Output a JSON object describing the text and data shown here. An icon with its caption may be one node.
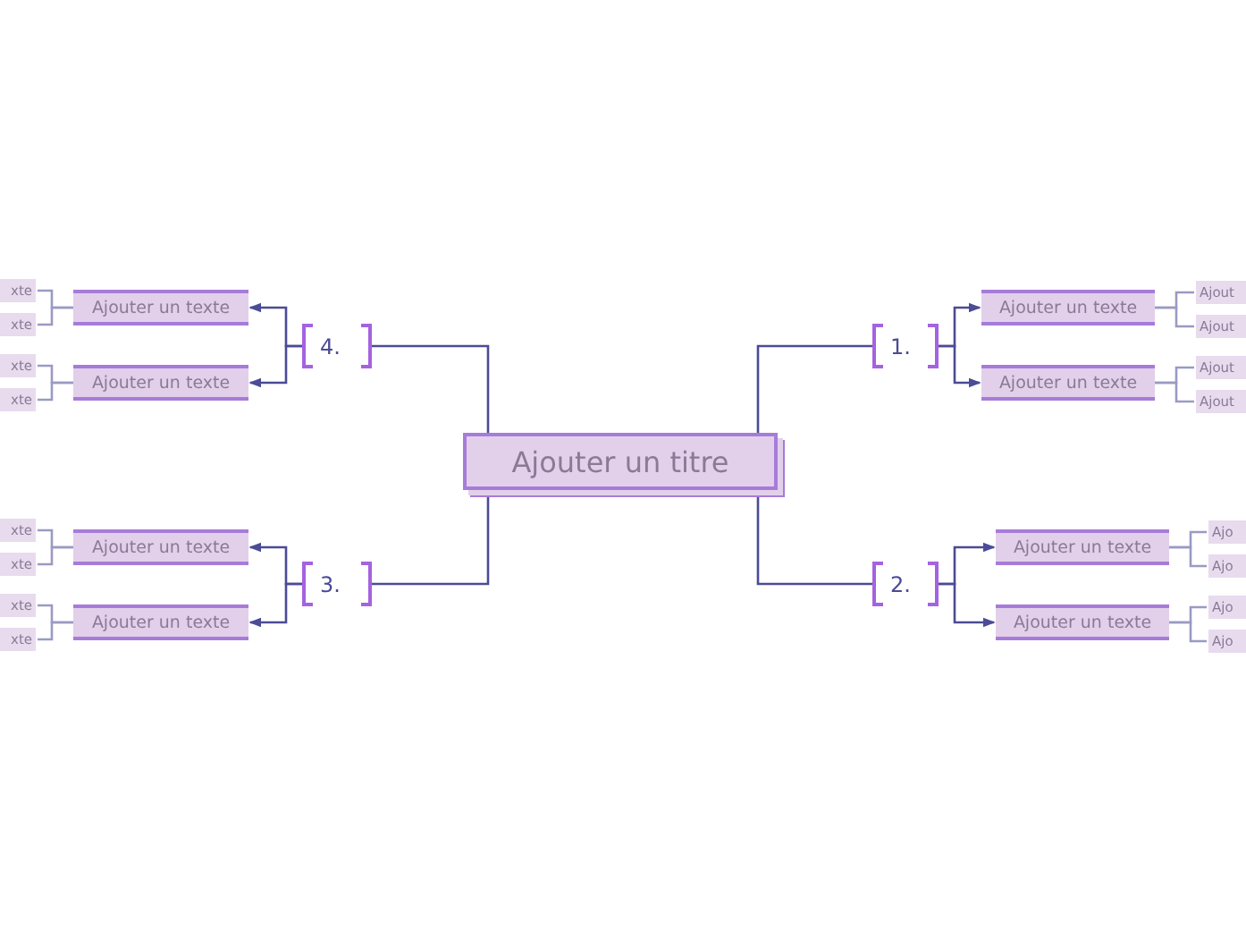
{
  "diagram": {
    "nodes": [
      {
        "text": [
          "Ajouter un titre"
        ]
      },
      {
        "text": [
          "1."
        ]
      },
      {
        "text": [
          "Ajouter un texte"
        ]
      },
      {
        "text": [
          "Ajouter un texte"
        ]
      },
      {
        "text": [
          "Ajout"
        ]
      },
      {
        "text": [
          "Ajout"
        ]
      },
      {
        "text": [
          "Ajout"
        ]
      },
      {
        "text": [
          "Ajout"
        ]
      },
      {
        "text": [
          "2."
        ]
      },
      {
        "text": [
          "Ajouter un texte"
        ]
      },
      {
        "text": [
          "Ajouter un texte"
        ]
      },
      {
        "text": [
          "Ajo"
        ]
      },
      {
        "text": [
          "Ajo"
        ]
      },
      {
        "text": [
          "Ajo"
        ]
      },
      {
        "text": [
          "Ajo"
        ]
      },
      {
        "text": [
          "3."
        ]
      },
      {
        "text": [
          "Ajouter un texte"
        ]
      },
      {
        "text": [
          "Ajouter un texte"
        ]
      },
      {
        "text": [
          "xte"
        ]
      },
      {
        "text": [
          "xte"
        ]
      },
      {
        "text": [
          "xte"
        ]
      },
      {
        "text": [
          "xte"
        ]
      },
      {
        "text": [
          "4."
        ]
      },
      {
        "text": [
          "Ajouter un texte"
        ]
      },
      {
        "text": [
          "Ajouter un texte"
        ]
      },
      {
        "text": [
          "xte"
        ]
      },
      {
        "text": [
          "xte"
        ]
      },
      {
        "text": [
          "xte"
        ]
      },
      {
        "text": [
          "xte"
        ]
      }
    ],
    "edges": [
      {
        "from": 0,
        "to": 1,
        "arrow": "none",
        "color": "#4b4b96"
      },
      {
        "from": 1,
        "to": 2,
        "arrow": "to",
        "color": "#4b4b96"
      },
      {
        "from": 1,
        "to": 3,
        "arrow": "to",
        "color": "#4b4b96"
      },
      {
        "from": 2,
        "to": 4,
        "arrow": "none"
      },
      {
        "from": 2,
        "to": 5,
        "arrow": "none"
      },
      {
        "from": 3,
        "to": 6,
        "arrow": "none"
      },
      {
        "from": 3,
        "to": 7,
        "arrow": "none"
      },
      {
        "from": 0,
        "to": 8,
        "arrow": "none",
        "color": "#4b4b96"
      },
      {
        "from": 8,
        "to": 9,
        "arrow": "to",
        "color": "#4b4b96"
      },
      {
        "from": 8,
        "to": 10,
        "arrow": "to",
        "color": "#4b4b96"
      },
      {
        "from": 9,
        "to": 11,
        "arrow": "none"
      },
      {
        "from": 9,
        "to": 12,
        "arrow": "none"
      },
      {
        "from": 10,
        "to": 13,
        "arrow": "none"
      },
      {
        "from": 10,
        "to": 14,
        "arrow": "none"
      },
      {
        "from": 0,
        "to": 15,
        "arrow": "none",
        "color": "#4b4b96"
      },
      {
        "from": 15,
        "to": 16,
        "arrow": "to",
        "color": "#4b4b96"
      },
      {
        "from": 15,
        "to": 17,
        "arrow": "to",
        "color": "#4b4b96"
      },
      {
        "from": 16,
        "to": 18,
        "arrow": "none"
      },
      {
        "from": 16,
        "to": 19,
        "arrow": "none"
      },
      {
        "from": 17,
        "to": 20,
        "arrow": "none"
      },
      {
        "from": 17,
        "to": 21,
        "arrow": "none"
      },
      {
        "from": 0,
        "to": 22,
        "arrow": "none",
        "color": "#4b4b96"
      },
      {
        "from": 22,
        "to": 23,
        "arrow": "to",
        "color": "#4b4b96"
      },
      {
        "from": 22,
        "to": 24,
        "arrow": "to",
        "color": "#4b4b96"
      },
      {
        "from": 23,
        "to": 25,
        "arrow": "none"
      },
      {
        "from": 23,
        "to": 26,
        "arrow": "none"
      },
      {
        "from": 24,
        "to": 27,
        "arrow": "none"
      },
      {
        "from": 24,
        "to": 28,
        "arrow": "none"
      }
    ]
  }
}
